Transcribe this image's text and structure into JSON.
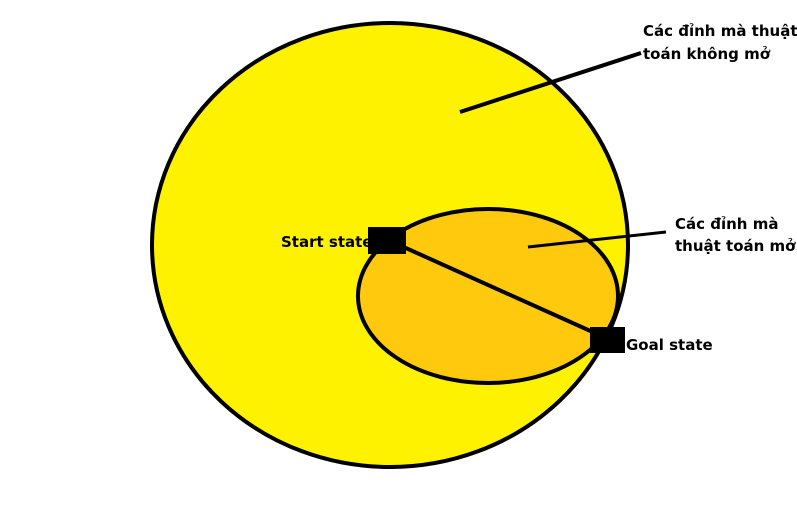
{
  "labels": {
    "unexpanded_line1": "Các đỉnh mà thuật",
    "unexpanded_line2": "toán không mở",
    "expanded_line1": "Các đỉnh mà",
    "expanded_line2": "thuật toán mở",
    "start": "Start state",
    "goal": "Goal state"
  },
  "colors": {
    "outer_fill": "#fff200",
    "inner_fill": "#ffc90e",
    "stroke": "#000000",
    "background": "#ffffff"
  }
}
